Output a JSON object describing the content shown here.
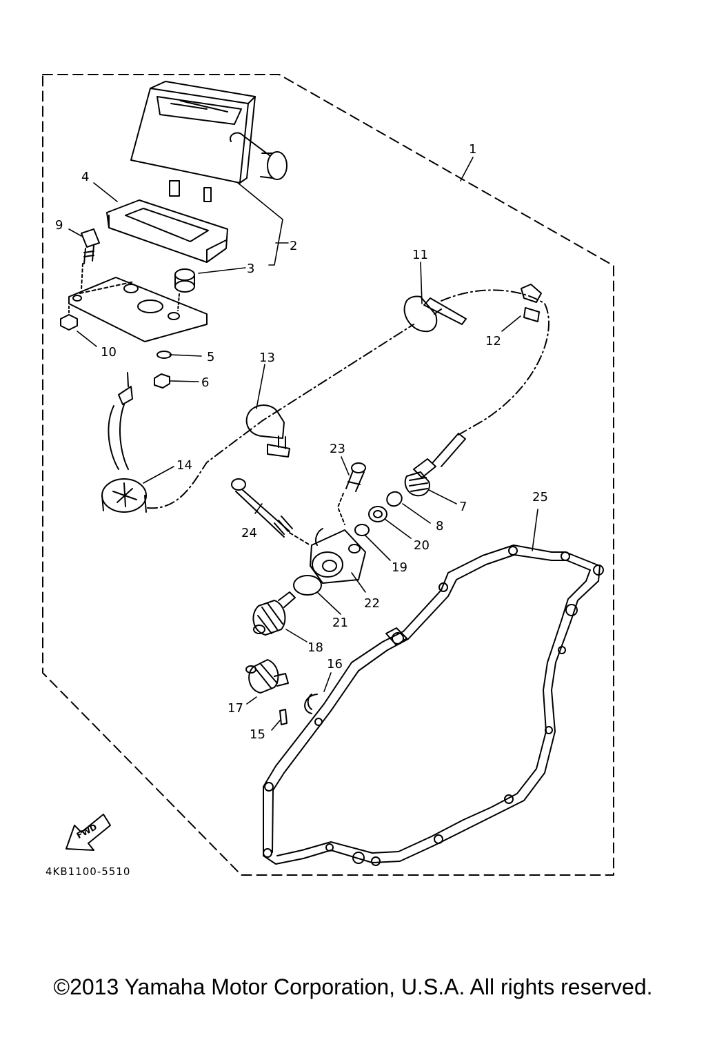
{
  "diagram": {
    "part_code": "4KB1100-5510",
    "fwd_label": "FWD",
    "callouts": [
      "1",
      "2",
      "3",
      "4",
      "5",
      "6",
      "7",
      "8",
      "9",
      "10",
      "11",
      "12",
      "13",
      "14",
      "15",
      "16",
      "17",
      "18",
      "19",
      "20",
      "21",
      "22",
      "23",
      "24",
      "25"
    ]
  },
  "footer": {
    "copyright": "©2013 Yamaha Motor Corporation, U.S.A. All rights reserved."
  }
}
